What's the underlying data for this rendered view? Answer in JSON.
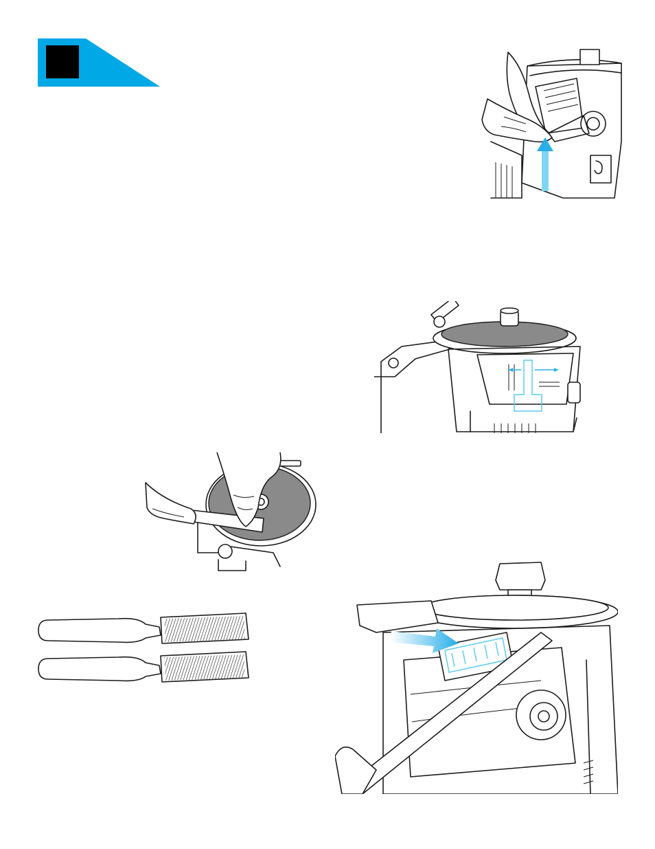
{
  "page": {
    "background": "#ffffff",
    "accent_color": "#00a8e6",
    "step_marker_color": "#000000"
  },
  "figures": [
    {
      "id": "fig-hand-lifting-lever",
      "icon": "hand-lifting-lever-illustration",
      "arrow_color": "#7fd6f5"
    },
    {
      "id": "fig-disc-gap-measure",
      "icon": "disc-gap-measure-illustration",
      "arrow_color": "#29aee8"
    },
    {
      "id": "fig-chisel-on-disc",
      "icon": "chisel-on-disc-illustration"
    },
    {
      "id": "fig-two-files",
      "icon": "two-files-illustration"
    },
    {
      "id": "fig-file-in-holder",
      "icon": "file-in-holder-illustration",
      "arrow_color": "#29aee8"
    }
  ]
}
